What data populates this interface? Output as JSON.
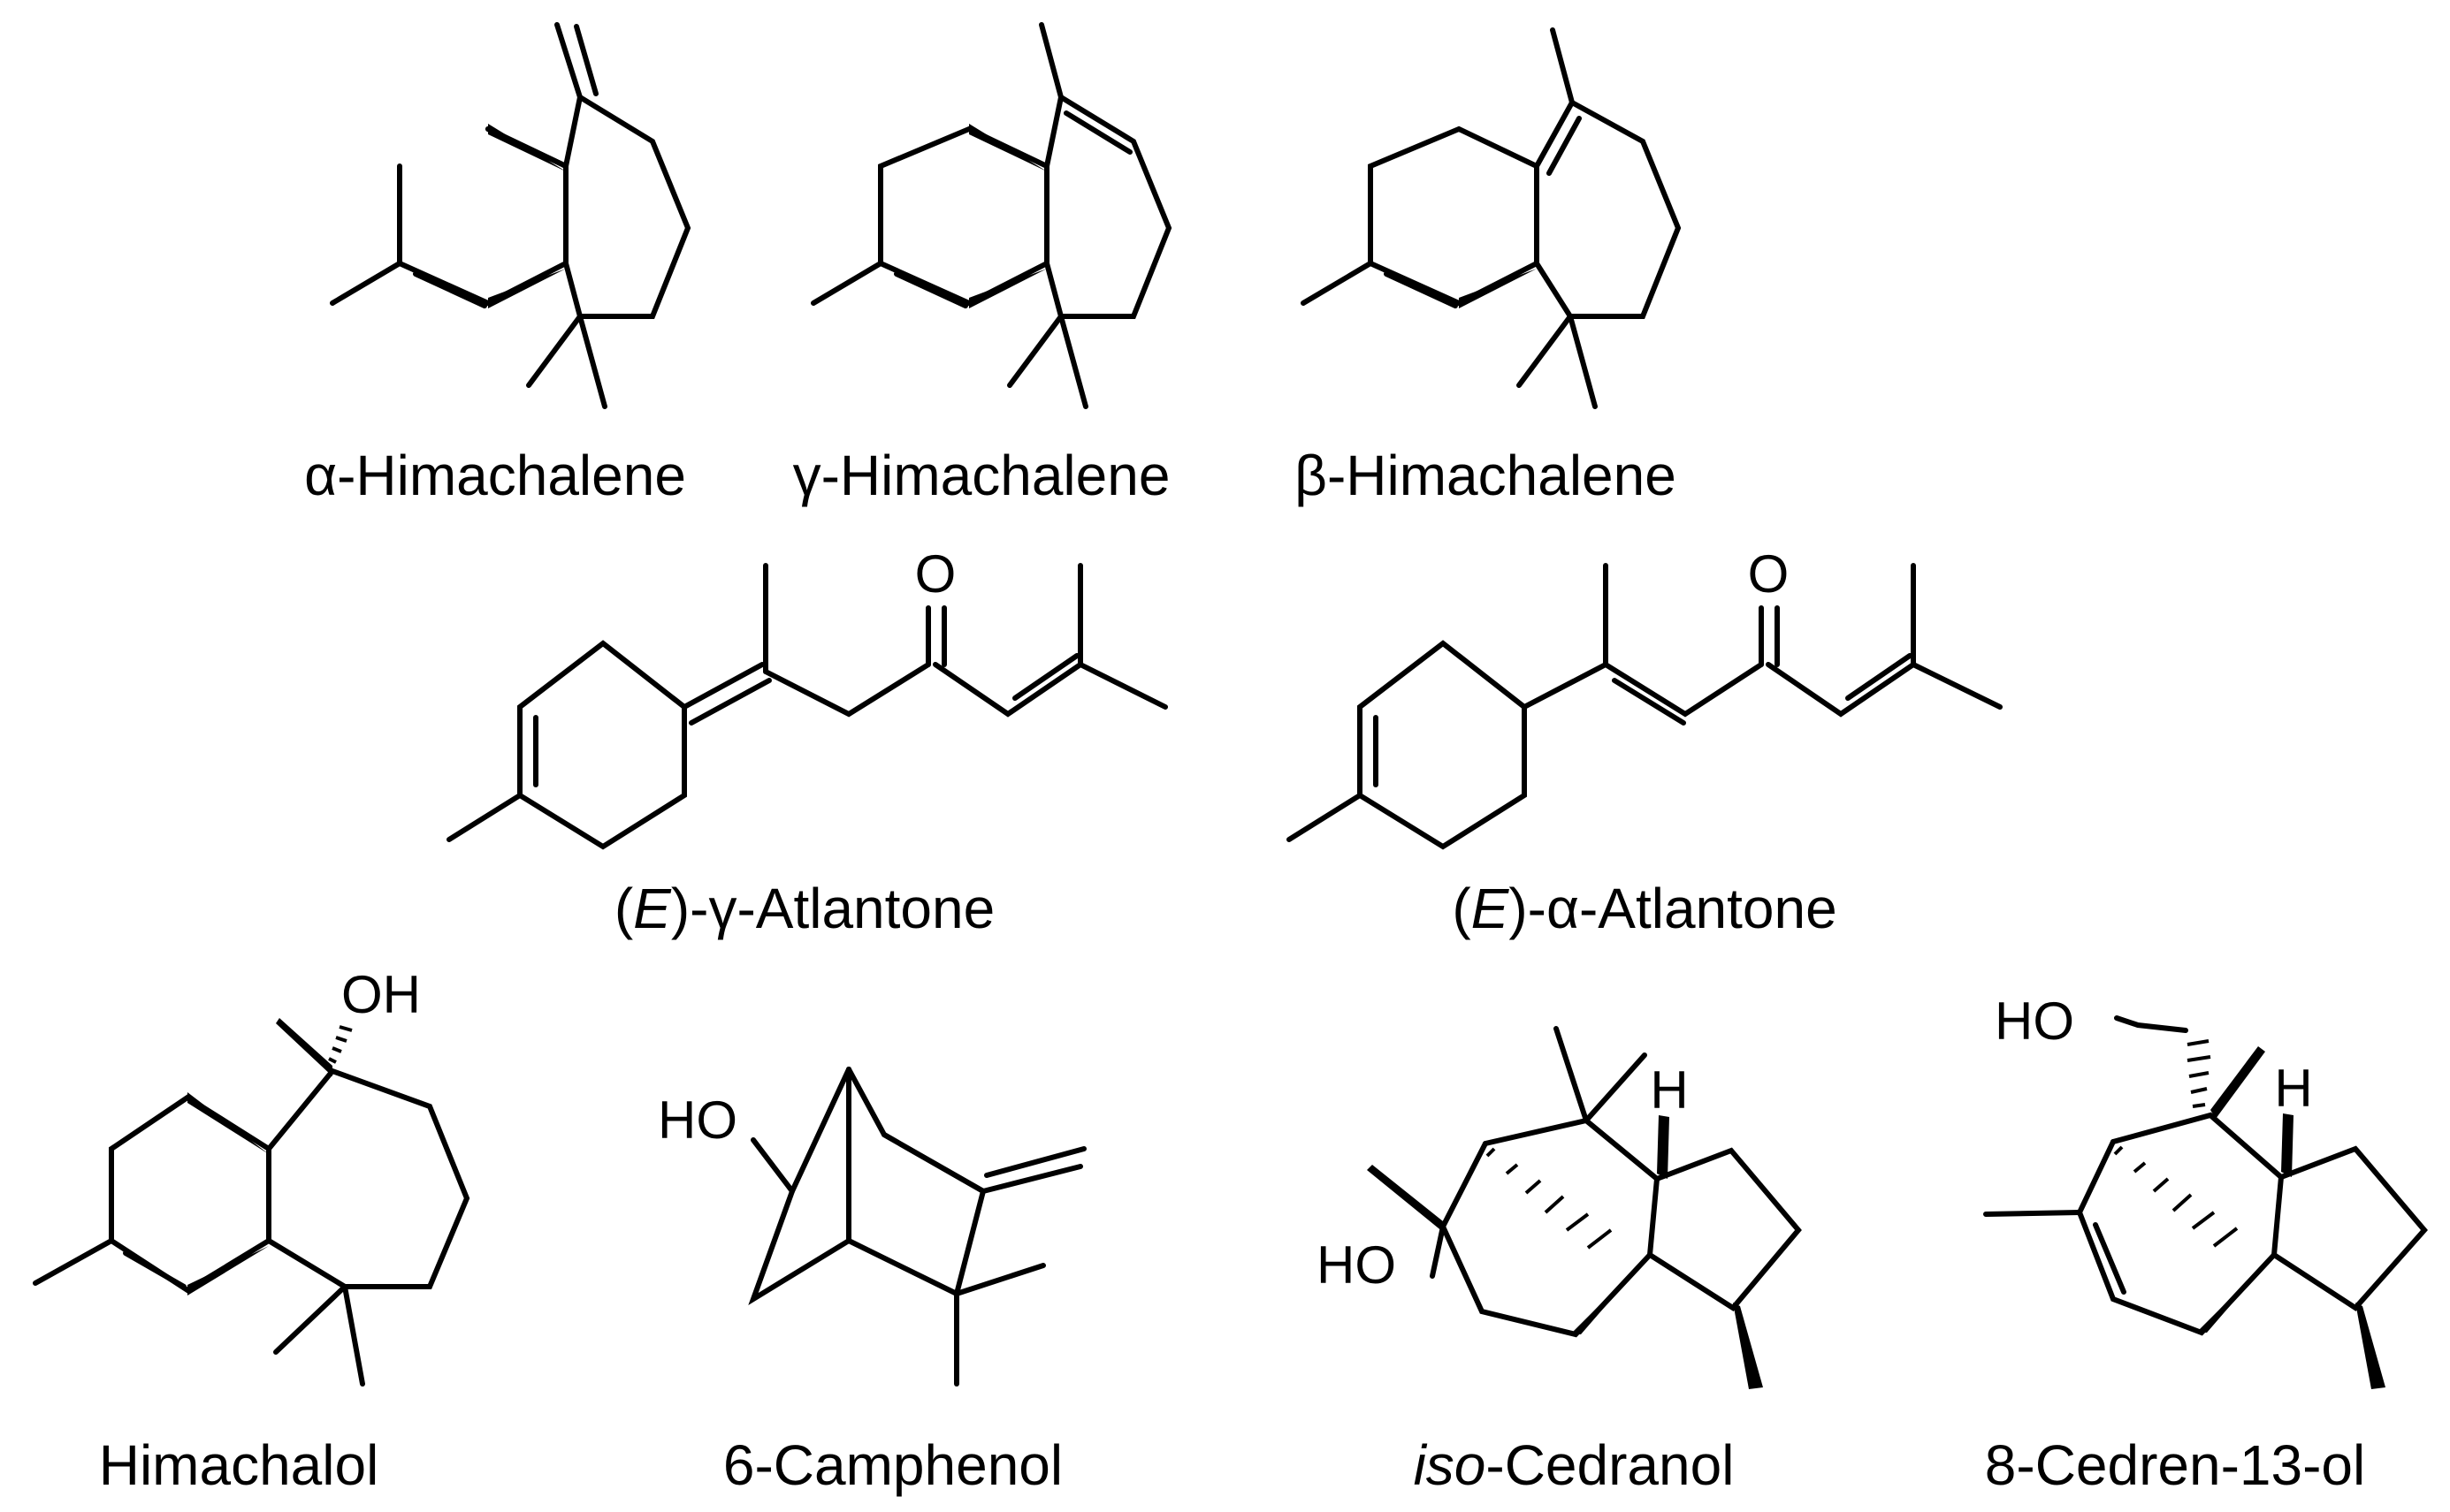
{
  "molecules": [
    {
      "id": "alpha-himachalene",
      "greek": "α",
      "rest": "-Himachalene"
    },
    {
      "id": "gamma-himachalene",
      "greek": "γ",
      "rest": "-Himachalene"
    },
    {
      "id": "beta-himachalene",
      "greek": "β",
      "rest": "-Himachalene"
    },
    {
      "id": "e-gamma-atlantone",
      "open": "(",
      "ital": "E",
      "close": ")-",
      "greek": "γ",
      "rest": "-Atlantone"
    },
    {
      "id": "e-alpha-atlantone",
      "open": "(",
      "ital": "E",
      "close": ")-",
      "greek": "α",
      "rest": "-Atlantone"
    },
    {
      "id": "himachalol",
      "label": "Himachalol"
    },
    {
      "id": "6-camphenol",
      "label": "6-Camphenol"
    },
    {
      "id": "iso-cedranol",
      "ital": "iso",
      "rest": "-Cedranol"
    },
    {
      "id": "8-cedren-13-ol",
      "label": "8-Cedren-13-ol"
    }
  ],
  "atoms": {
    "oxygen": "O",
    "hydroxyl_right": "OH",
    "hydroxyl_left": "HO",
    "hydrogen": "H"
  }
}
